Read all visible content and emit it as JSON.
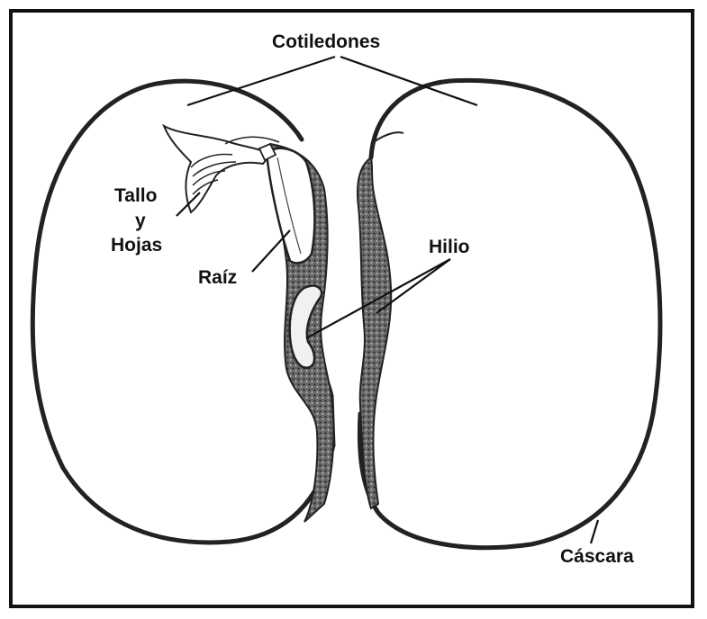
{
  "labels": {
    "cotiledones": "Cotiledones",
    "tallo": "Tallo",
    "y": "y",
    "hojas": "Hojas",
    "raiz": "Raíz",
    "hilio": "Hilio",
    "cascara": "Cáscara"
  }
}
